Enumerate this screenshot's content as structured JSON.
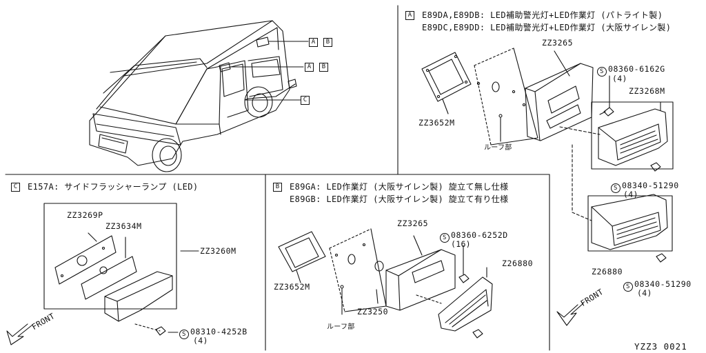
{
  "diagram_code": "YZZ3  0021",
  "vehicle": {
    "callouts": [
      {
        "id": "upper",
        "a": "A",
        "b": "B"
      },
      {
        "id": "middle",
        "a": "A",
        "b": "B"
      },
      {
        "id": "side",
        "c": "C"
      }
    ]
  },
  "sectionA": {
    "tag": "A",
    "line1": "E89DA,E89DB: LED補助警光灯+LED作業灯 (パトライト製)",
    "line2": "E89DC,E89DD: LED補助警光灯+LED作業灯 (大阪サイレン製)",
    "parts": {
      "zz3265": "ZZ3265",
      "zz3652m": "ZZ3652M",
      "roof": "ルーフ部",
      "bolt1_sym": "S",
      "bolt1": "08360-6162G",
      "bolt1_qty": "(4)",
      "zz3268m": "ZZ3268M",
      "bolt2_sym": "S",
      "bolt2": "08340-51290",
      "bolt2_qty": "(4)",
      "z26880": "Z26880",
      "bolt3_sym": "S",
      "bolt3": "08340-51290",
      "bolt3_qty": "(4)",
      "front": "FRONT"
    }
  },
  "sectionB": {
    "tag": "B",
    "line1": "E89GA: LED作業灯 (大阪サイレン製) 旋立て無し仕様",
    "line2": "E89GB: LED作業灯 (大阪サイレン製) 旋立て有り仕様",
    "parts": {
      "zz3265": "ZZ3265",
      "bolt_sym": "S",
      "bolt": "08360-6252D",
      "bolt_qty": "(16)",
      "z26880": "Z26880",
      "zz3652m": "ZZ3652M",
      "zz3250": "ZZ3250",
      "roof": "ルーフ部"
    }
  },
  "sectionC": {
    "tag": "C",
    "line1": "E157A: サイドフラッシャーランプ (LED)",
    "parts": {
      "zz3269p": "ZZ3269P",
      "zz3634m": "ZZ3634M",
      "zz3260m": "ZZ3260M",
      "bolt_sym": "S",
      "bolt": "08310-4252B",
      "bolt_qty": "(4)",
      "front": "FRONT"
    }
  }
}
